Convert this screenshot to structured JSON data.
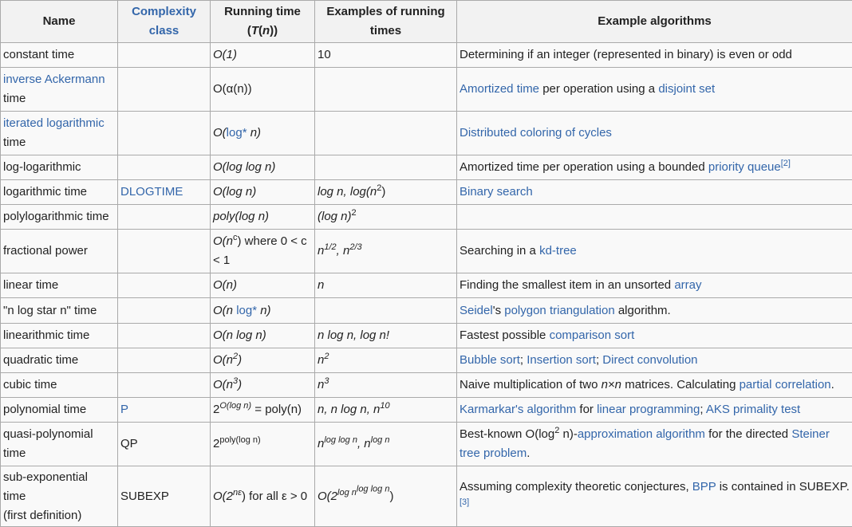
{
  "headers": {
    "name": "Name",
    "complexity_class": "Complexity class",
    "running_time_a": "Running time (",
    "running_time_T": "T",
    "running_time_b": "(",
    "running_time_n": "n",
    "running_time_c": "))",
    "examples": "Examples of running times",
    "algorithms": "Example algorithms"
  },
  "rows": {
    "r1": {
      "name": "constant time",
      "rt": "O(1)",
      "ex": "10",
      "alg": "Determining if an integer (represented in binary) is even or odd"
    },
    "r2": {
      "name_link": "inverse Ackermann",
      "name_rest": "time",
      "rt": "O(α(n))",
      "alg_link1": "Amortized time",
      "alg_mid": " per operation using a ",
      "alg_link2": "disjoint set"
    },
    "r3": {
      "name_link": "iterated logarithmic",
      "name_rest": "time",
      "rt_a": "O(",
      "rt_link": "log*",
      "rt_b": " n)",
      "alg_link": "Distributed coloring of cycles"
    },
    "r4": {
      "name": "log-logarithmic",
      "rt": "O(log log n)",
      "alg_a": "Amortized time per operation using a bounded ",
      "alg_link": "priority queue",
      "alg_ref": "[2]"
    },
    "r5": {
      "name": "logarithmic time",
      "cls": "DLOGTIME",
      "rt": "O(log n)",
      "ex_a": "log n, log(n",
      "ex_sup": "2",
      "ex_b": ")",
      "alg_link": "Binary search"
    },
    "r6": {
      "name": "polylogarithmic time",
      "rt": "poly(log n)",
      "ex_a": "(log n)",
      "ex_sup": "2"
    },
    "r7": {
      "name": "fractional power",
      "rt_a": "O(n",
      "rt_sup": "c",
      "rt_b": ") where 0 < c < 1",
      "ex": "n1/2, n2/3",
      "ex1": "n",
      "ex1_sup": "1/2",
      "ex_sep": ", ",
      "ex2": "n",
      "ex2_sup": "2/3",
      "alg_a": "Searching in a ",
      "alg_link": "kd-tree"
    },
    "r8": {
      "name": "linear time",
      "rt": "O(n)",
      "ex": "n",
      "alg_a": "Finding the smallest item in an unsorted ",
      "alg_link": "array"
    },
    "r9": {
      "name": "\"n log star n\" time",
      "rt_a": "O(n ",
      "rt_link": "log*",
      "rt_b": " n)",
      "alg_link1": "Seidel",
      "alg_mid": "'s ",
      "alg_link2": "polygon triangulation",
      "alg_end": " algorithm."
    },
    "r10": {
      "name": "linearithmic time",
      "rt": "O(n log n)",
      "ex": "n log n, log n!",
      "alg_a": "Fastest possible ",
      "alg_link": "comparison sort"
    },
    "r11": {
      "name": "quadratic time",
      "rt_a": "O(n",
      "rt_sup": "2",
      "rt_b": ")",
      "ex_a": "n",
      "ex_sup": "2",
      "alg_link1": "Bubble sort",
      "alg_sep1": "; ",
      "alg_link2": "Insertion sort",
      "alg_sep2": "; ",
      "alg_link3": "Direct convolution"
    },
    "r12": {
      "name": "cubic time",
      "rt_a": "O(n",
      "rt_sup": "3",
      "rt_b": ")",
      "ex_a": "n",
      "ex_sup": "3",
      "alg_a": "Naive multiplication of two ",
      "alg_b": "n×n",
      "alg_c": " matrices. Calculating ",
      "alg_link": "partial correlation",
      "alg_end": "."
    },
    "r13": {
      "name": "polynomial time",
      "cls": "P",
      "rt_a": "2",
      "rt_sup": "O(log n)",
      "rt_b": " = poly(n)",
      "ex_a": "n, n log n, n",
      "ex_sup": "10",
      "alg_link1": "Karmarkar's algorithm",
      "alg_mid1": " for ",
      "alg_link2": "linear programming",
      "alg_mid2": "; ",
      "alg_link3": "AKS primality test"
    },
    "r14": {
      "name": "quasi-polynomial time",
      "cls": "QP",
      "rt_a": "2",
      "rt_sup": "poly(log n)",
      "ex_a": "n",
      "ex_sup1": "log log n",
      "ex_sep": ", n",
      "ex_sup2": "log n",
      "alg_a": "Best-known O(log",
      "alg_sup": "2",
      "alg_b": " n)-",
      "alg_link1": "approximation algorithm",
      "alg_mid": " for the directed ",
      "alg_link2": "Steiner tree problem",
      "alg_end": "."
    },
    "r15": {
      "name_l1": "sub-exponential",
      "name_l2": "time",
      "name_l3": "(first definition)",
      "cls": "SUBEXP",
      "rt_a": "O(2",
      "rt_sup": "nε",
      "rt_b": ") for all ε > 0",
      "ex_a": "O(2",
      "ex_sup": "log n",
      "ex_sup2": "log log n",
      "ex_b": ")",
      "alg_a": "Assuming complexity theoretic conjectures, ",
      "alg_link": "BPP",
      "alg_b": " is contained in SUBEXP.",
      "alg_ref": "[3]"
    }
  },
  "colors": {
    "link": "#3366aa",
    "header_bg": "#f2f2f2",
    "cell_bg": "#f9f9f9",
    "border": "#aaaaaa"
  }
}
